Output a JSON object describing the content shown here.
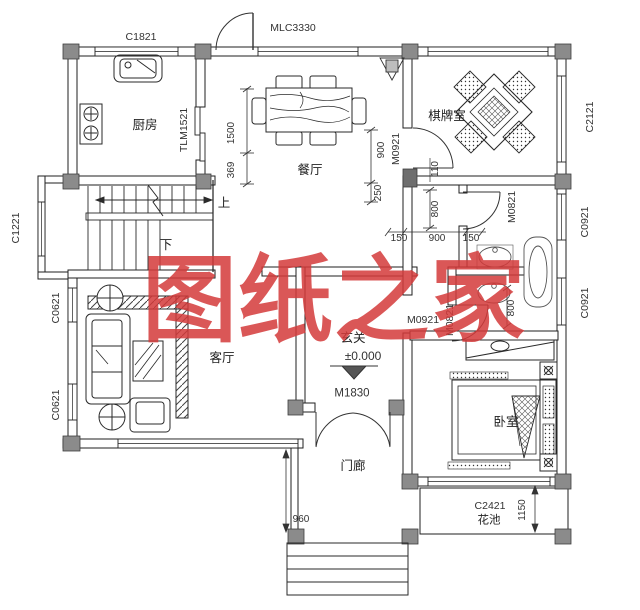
{
  "watermark": {
    "text": "图纸之家",
    "color": "#d43a3a"
  },
  "rooms": {
    "kitchen": "厨房",
    "dining": "餐厅",
    "chess": "棋牌室",
    "living": "客厅",
    "foyer": "玄关",
    "porch": "门廊",
    "bedroom": "卧室",
    "flower_bed": "花池"
  },
  "stairs": {
    "up": "上",
    "down": "下"
  },
  "elevation": {
    "value": "±0.000"
  },
  "windows": {
    "c1821": "C1821",
    "mlc3330": "MLC3330",
    "c2121": "C2121",
    "c1221": "C1221",
    "c0621_upper": "C0621",
    "c0621_lower": "C0621",
    "c0921_upper": "C0921",
    "c0921_lower": "C0921",
    "c2421": "C2421",
    "tlm1521": "TLM1521"
  },
  "doors": {
    "m1830": "M1830",
    "m0921_chess": "M0921",
    "m0921_hall": "M0921",
    "m0821_bath1": "M0821",
    "m0821_bath2": "M0821"
  },
  "dimensions": {
    "d1500": "1500",
    "d369": "369",
    "d900_dining": "900",
    "d250": "250",
    "d110": "110",
    "d800_top": "800",
    "d150_left": "150",
    "d900_corridor": "900",
    "d150_right": "150",
    "d800_bottom": "800",
    "d960": "960",
    "d1150": "1150"
  }
}
